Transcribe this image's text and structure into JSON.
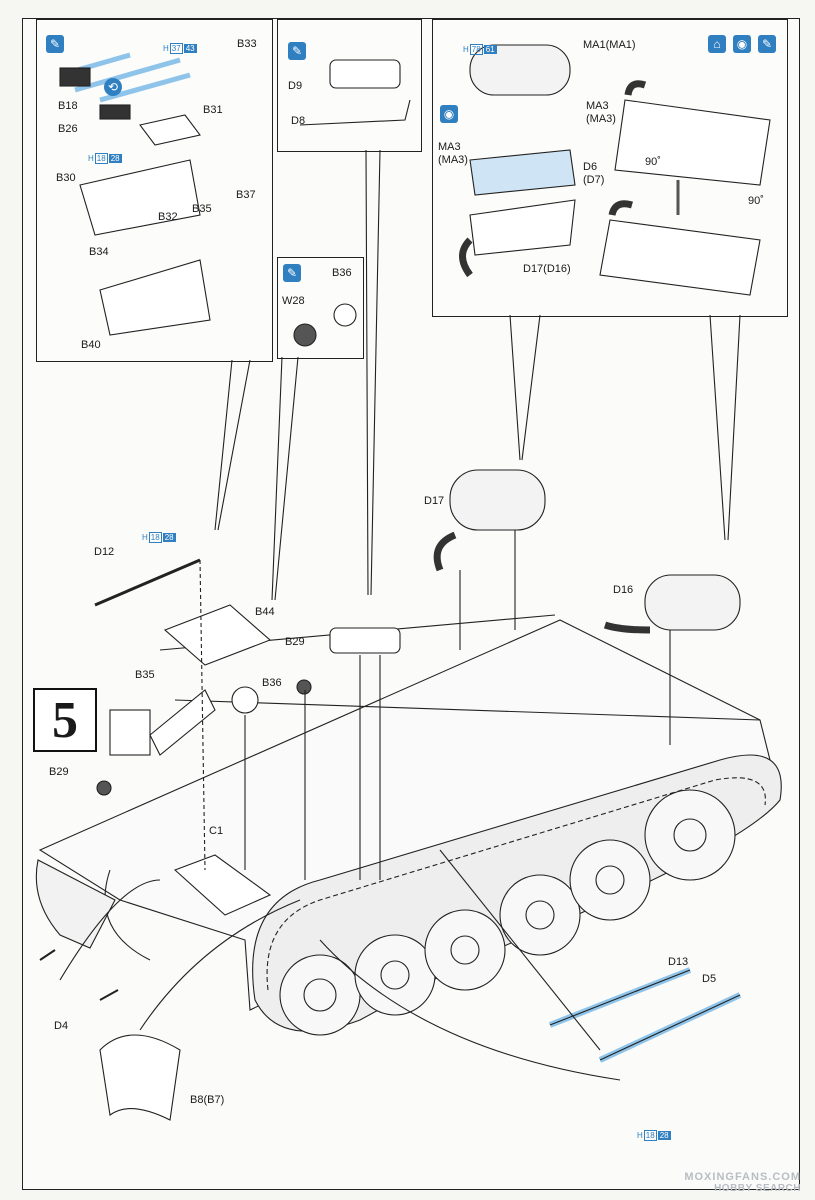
{
  "step_number": "5",
  "labels": {
    "b33": "B33",
    "b18": "B18",
    "b26": "B26",
    "b31": "B31",
    "b30": "B30",
    "b37": "B37",
    "b32": "B32",
    "b35_top": "B35",
    "b34": "B34",
    "b40": "B40",
    "d9": "D9",
    "d8": "D8",
    "b36_top": "B36",
    "w28": "W28",
    "ma1": "MA1(MA1)",
    "ma3_right": "MA3\n(MA3)",
    "ma3_left": "MA3\n(MA3)",
    "d6": "D6\n(D7)",
    "d17d16": "D17(D16)",
    "deg90a": "90˚",
    "deg90b": "90˚",
    "d12": "D12",
    "b44": "B44",
    "b29_top": "B29",
    "b35_main": "B35",
    "b36_main": "B36",
    "d17": "D17",
    "d16": "D16",
    "b29_left": "B29",
    "c1": "C1",
    "d4": "D4",
    "b8b7": "B8(B7)",
    "d13": "D13",
    "d5": "D5"
  },
  "paint_codes": {
    "h37_43": {
      "prefix": "H",
      "code1": "37",
      "code2": "43"
    },
    "h18_28_a": {
      "prefix": "H",
      "code1": "18",
      "code2": "28"
    },
    "h78_61": {
      "prefix": "H",
      "code1": "78",
      "code2": "61"
    },
    "h18_28_b": {
      "prefix": "H",
      "code1": "18",
      "code2": "28"
    },
    "h18_28_c": {
      "prefix": "H",
      "code1": "18",
      "code2": "28"
    }
  },
  "icons": {
    "glue": "glue-icon",
    "flip": "flip-over-icon",
    "drop": "cement-drop-icon",
    "top_view": "top-view-icon"
  },
  "colors": {
    "accent": "#2f7fc1",
    "line": "#222222",
    "paint_blue": "#8ec3ea"
  },
  "watermark": {
    "line1": "MOXINGFANS.COM",
    "line2": "HOBBY SEARCH"
  }
}
